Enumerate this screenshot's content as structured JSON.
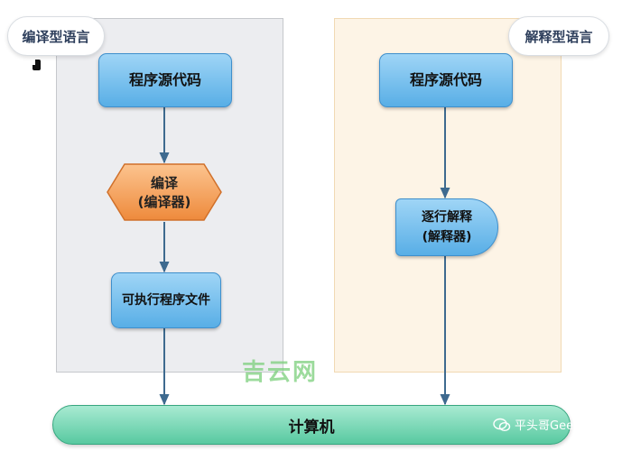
{
  "left_column": {
    "title": "编译型语言",
    "source_label": "程序源代码",
    "compile_line1": "编译",
    "compile_line2": "(编译器)",
    "executable_label": "可执行程序文件"
  },
  "right_column": {
    "title": "解释型语言",
    "source_label": "程序源代码",
    "interpret_line1": "逐行解释",
    "interpret_line2": "(解释器)"
  },
  "target_label": "计算机",
  "watermark": "吉云网",
  "account_label": "平头哥GeeK",
  "colors": {
    "left_panel": "#ecedf0",
    "right_panel": "#fdf4e6",
    "box_blue": "#58aee6",
    "compile_orange": "#f0934a",
    "computer_green": "#58c9a0",
    "arrow": "#3e6a8f"
  }
}
